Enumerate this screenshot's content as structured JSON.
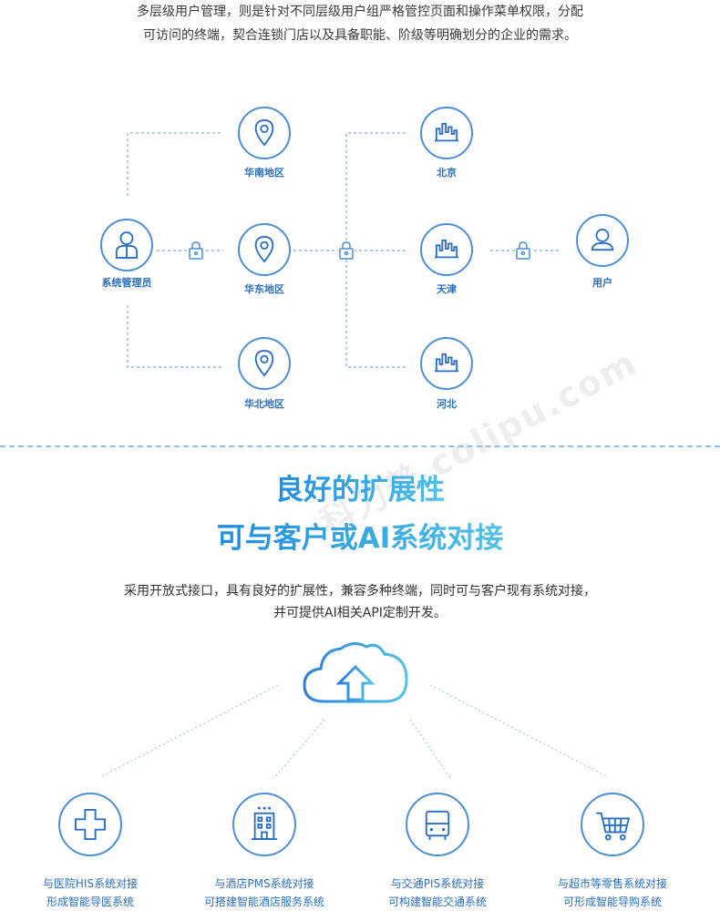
{
  "intro": {
    "line1": "多层级用户管理，则是针对不同层级用户组严格管控页面和操作菜单权限，分配",
    "line2": "可访问的终端，契合连锁门店以及具备职能、阶级等明确划分的企业的需求。"
  },
  "hierarchy": {
    "admin": {
      "label": "系统管理员",
      "icon": "admin-user-icon"
    },
    "regions": [
      {
        "label": "华南地区",
        "icon": "location-pin-icon"
      },
      {
        "label": "华东地区",
        "icon": "location-pin-icon"
      },
      {
        "label": "华北地区",
        "icon": "location-pin-icon"
      }
    ],
    "cities": [
      {
        "label": "北京",
        "icon": "city-skyline-icon"
      },
      {
        "label": "天津",
        "icon": "city-skyline-icon"
      },
      {
        "label": "河北",
        "icon": "city-skyline-icon"
      }
    ],
    "user": {
      "label": "用户",
      "icon": "user-icon"
    },
    "lock_icon": "lock-icon",
    "line_color": "#6b94c9"
  },
  "watermark": "科力普 colipu.com",
  "section2": {
    "title1": "良好的扩展性",
    "title2": "可与客户或AI系统对接",
    "desc1": "采用开放式接口，具有良好的扩展性，兼容多种终端，同时可与客户现有系统对接，",
    "desc2": "并可提供AI相关API定制开发。",
    "cloud_icon": "cloud-upload-icon",
    "integrations": [
      {
        "line1": "与医院HIS系统对接",
        "line2": "形成智能导医系统",
        "icon": "medical-cross-icon"
      },
      {
        "line1": "与酒店PMS系统对接",
        "line2": "可搭建智能酒店服务系统",
        "icon": "hotel-building-icon"
      },
      {
        "line1": "与交通PIS系统对接",
        "line2": "可构建智能交通系统",
        "icon": "bus-icon"
      },
      {
        "line1": "与超市等零售系统对接",
        "line2": "可形成智能导购系统",
        "icon": "shopping-cart-icon"
      }
    ]
  },
  "colors": {
    "accent": "#2a6fc4",
    "circle_border": "#4d8fd6",
    "gradient_start": "#1e8ee0",
    "gradient_end": "#52c0e6"
  }
}
